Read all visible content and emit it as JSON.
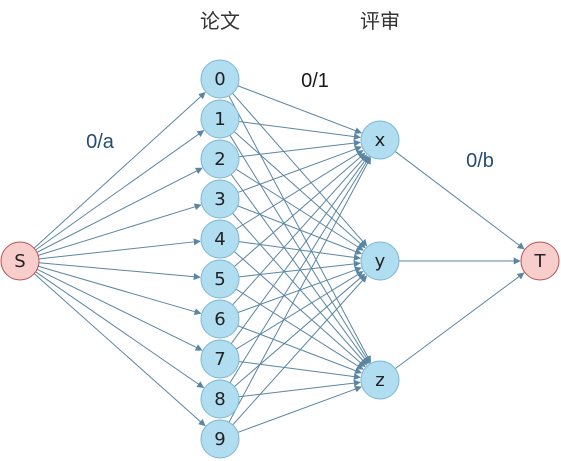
{
  "headers": {
    "papers": "论文",
    "reviewers": "评审"
  },
  "nodes": {
    "source": "S",
    "sink": "T",
    "papers": [
      "0",
      "1",
      "2",
      "3",
      "4",
      "5",
      "6",
      "7",
      "8",
      "9"
    ],
    "reviewers": [
      "x",
      "y",
      "z"
    ]
  },
  "edge_labels": {
    "source_to_paper": "0/a",
    "paper_to_reviewer": "0/1",
    "reviewer_to_sink": "0/b"
  },
  "colors": {
    "terminal_fill": "#f8cecc",
    "terminal_stroke": "#b85450",
    "node_fill": "#b1ddf0",
    "node_stroke": "#7eb6d4",
    "edge": "#5a86a3",
    "label_blue": "#264d73",
    "label_dark": "#1a1a1a"
  }
}
